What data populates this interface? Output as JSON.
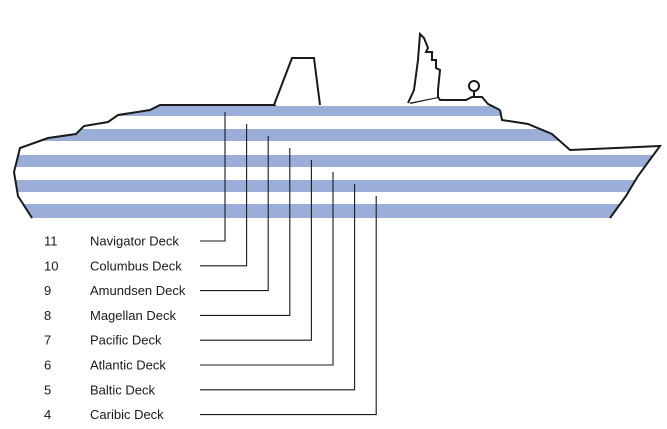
{
  "diagram": {
    "colors": {
      "stripe": "#9aaed8",
      "hull_fill": "#ffffff",
      "outline": "#1a1a1a"
    },
    "decks": [
      {
        "number": "11",
        "name": "Navigator Deck"
      },
      {
        "number": "10",
        "name": "Columbus Deck"
      },
      {
        "number": "9",
        "name": "Amundsen Deck"
      },
      {
        "number": "8",
        "name": "Magellan Deck"
      },
      {
        "number": "7",
        "name": "Pacific Deck"
      },
      {
        "number": "6",
        "name": "Atlantic Deck"
      },
      {
        "number": "5",
        "name": "Baltic Deck"
      },
      {
        "number": "4",
        "name": "Caribic Deck"
      }
    ]
  }
}
